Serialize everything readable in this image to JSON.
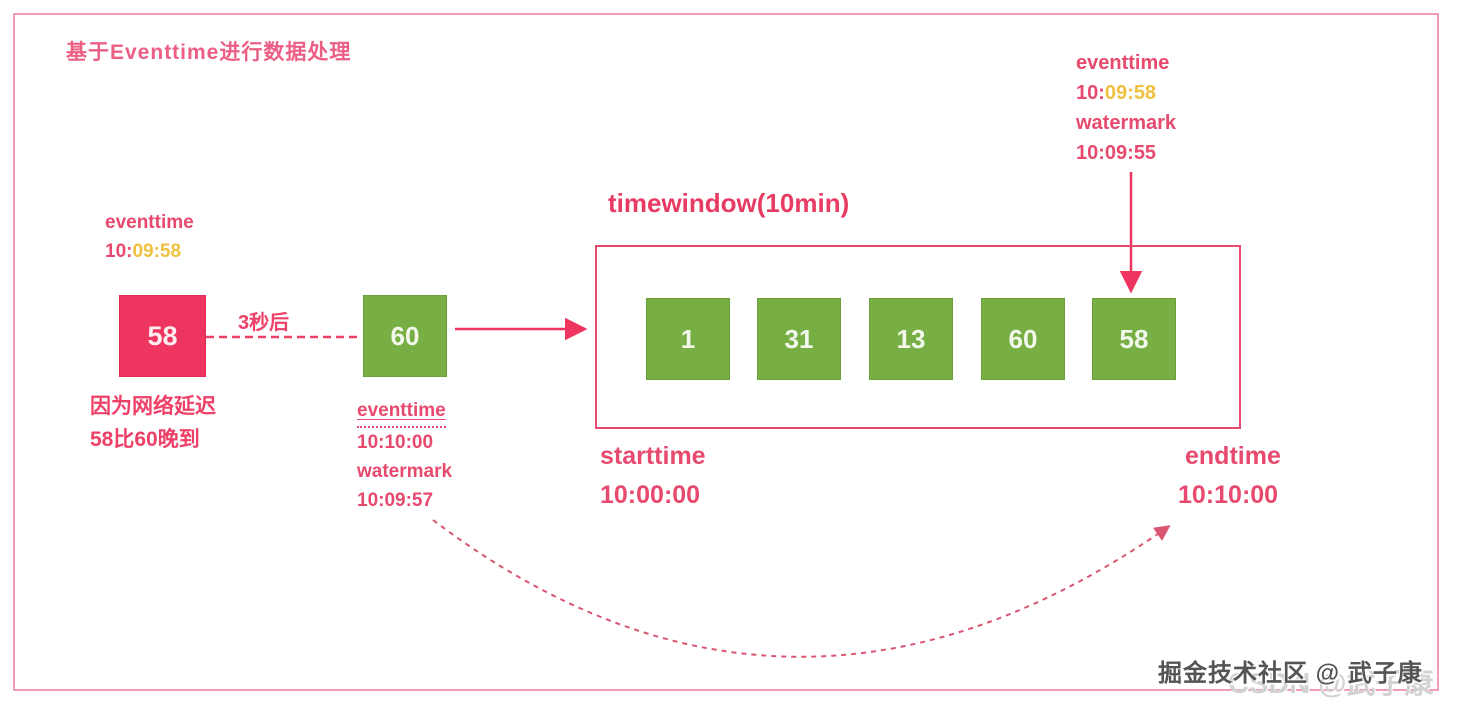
{
  "title": "基于Eventtime进行数据处理",
  "colors": {
    "pink_text": "#e74a6e",
    "title_pink": "#ec5f85",
    "highlight_yellow": "#eec13f",
    "late_box_red": "#ee3560",
    "event_box_green": "#78af45",
    "window_border": "#e74a6e",
    "frame_border": "#f29cb4",
    "watermark_gray": "#545454"
  },
  "late_source": {
    "eventtime_label": "eventtime",
    "eventtime_prefix": "10:",
    "eventtime_highlight": "09:58",
    "box_value": "58",
    "delay_label": "3秒后",
    "note_line1": "因为网络延迟",
    "note_line2": "58比60晚到"
  },
  "current_event": {
    "box_value": "60",
    "eventtime_label": "eventtime",
    "eventtime_value": "10:10:00",
    "watermark_label": "watermark",
    "watermark_value": "10:09:57"
  },
  "window": {
    "title": "timewindow(10min)",
    "items": [
      "1",
      "31",
      "13",
      "60",
      "58"
    ],
    "starttime_label": "starttime",
    "starttime_value": "10:00:00",
    "endtime_label": "endtime",
    "endtime_value": "10:10:00"
  },
  "arrival_event": {
    "eventtime_label": "eventtime",
    "eventtime_prefix": "10:",
    "eventtime_highlight": "09:58",
    "watermark_label": "watermark",
    "watermark_value": "10:09:55"
  },
  "watermark_overlay": {
    "back": "CSDN @武子康",
    "front": "掘金技术社区 @ 武子康"
  }
}
